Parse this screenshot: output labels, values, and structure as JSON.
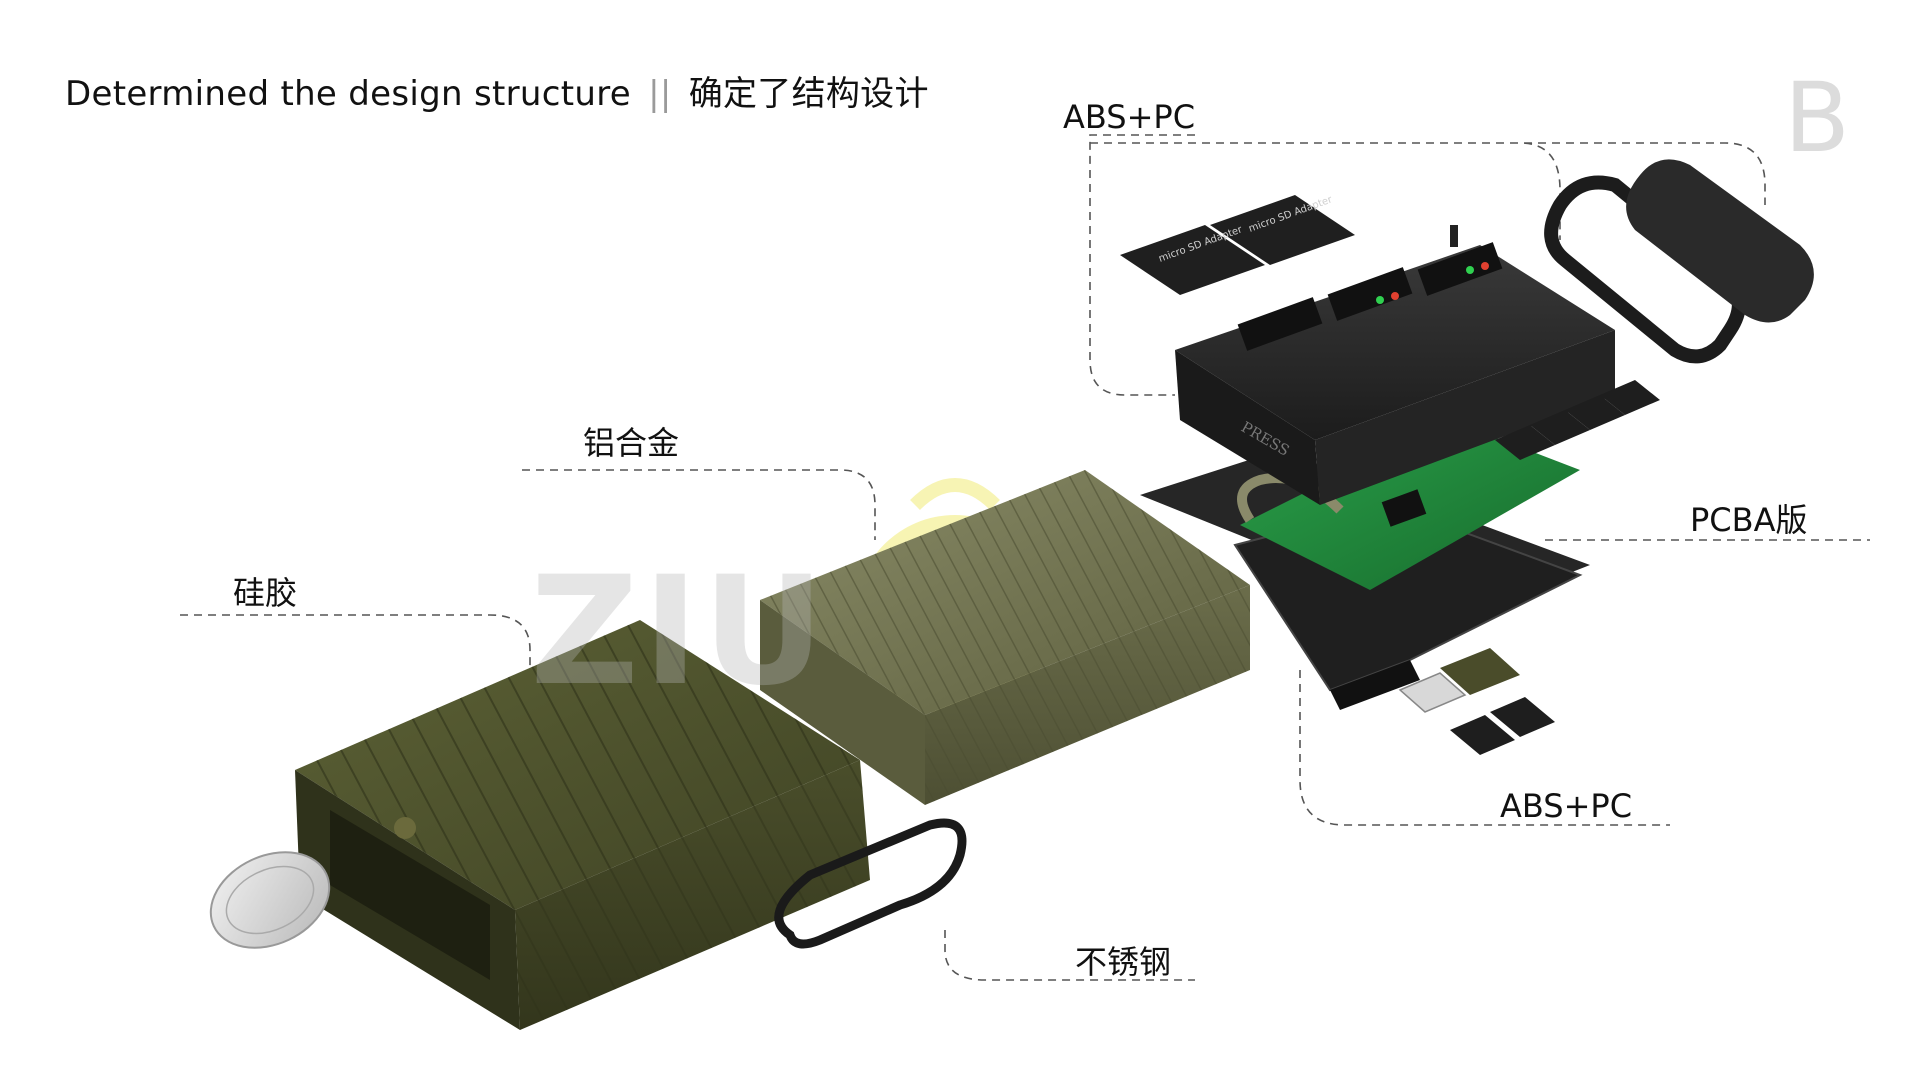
{
  "title": {
    "english": "Determined the design structure",
    "separator": "||",
    "chinese": "确定了结构设计"
  },
  "page_letter": "B",
  "watermark_text": "ZIU",
  "callouts": {
    "shell_top": "ABS+PC",
    "aluminum": "铝合金",
    "silicone": "硅胶",
    "pcba": "PCBA版",
    "shell_bottom": "ABS+PC",
    "stainless": "不锈钢"
  },
  "product_markings": {
    "press_button": "PRESS",
    "sd_adapter": "micro SD Adapter"
  },
  "colors": {
    "silicone_green": "#4b4f2c",
    "aluminum_green": "#6a6c4a",
    "black_shell": "#2c2c2c",
    "pcb_green": "#1e8a3a",
    "watermark_yellow": "#f0ea6a"
  }
}
